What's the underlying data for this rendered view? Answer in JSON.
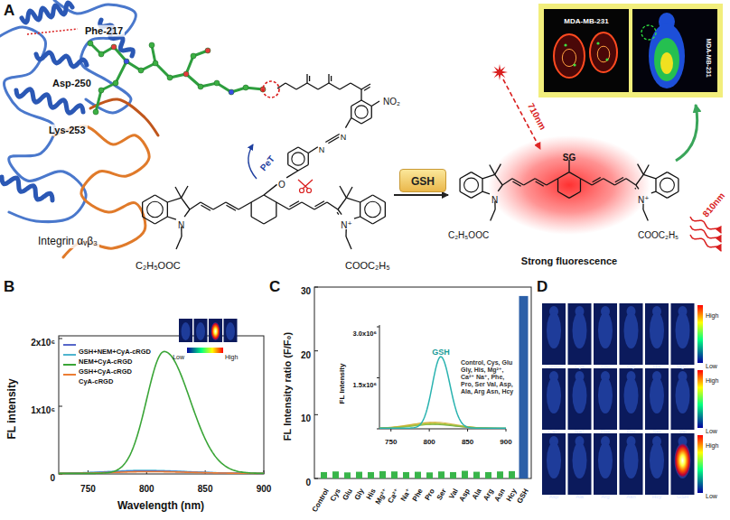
{
  "diagram": {
    "nodes": [
      {
        "text": [
          "MDA-MB-231"
        ]
      },
      {
        "text": [
          "MDA-MB-231"
        ],
        "in": 0
      },
      {
        "text": [
          "GSH"
        ]
      },
      {
        "text": [
          "Control"
        ]
      },
      {
        "text": [
          "Cys"
        ]
      },
      {
        "text": [
          "Glu"
        ]
      },
      {
        "text": [
          "Gly"
        ]
      },
      {
        "text": [
          "His"
        ]
      },
      {
        "text": [
          "Mg²⁺"
        ]
      },
      {
        "text": [
          "Ca²⁺"
        ]
      },
      {
        "text": [
          "Na⁺"
        ]
      },
      {
        "text": [
          "Phe"
        ]
      },
      {
        "text": [
          "Pro"
        ]
      },
      {
        "text": [
          "Ser"
        ]
      },
      {
        "text": [
          "Val"
        ]
      },
      {
        "text": [
          "Asp"
        ]
      },
      {
        "text": [
          "Ala"
        ]
      },
      {
        "text": [
          "Arg"
        ]
      },
      {
        "text": [
          "Asn"
        ]
      },
      {
        "text": [
          "Hcy"
        ]
      },
      {
        "text": [
          "GSH"
        ]
      }
    ],
    "labels": [
      "A",
      "Phe-217",
      "Asp-250",
      "Lys-253",
      "Integrin αᵥβ₃",
      "NO₂",
      "N",
      "N",
      "PeT",
      "O",
      "N",
      "N⁺",
      "C₂H₅OOC",
      "COOC₂H₅",
      "710nm",
      "SG",
      "N",
      "N⁺",
      "C₂H₅OOC",
      "COOC₂H₅",
      "810nm",
      "Strong fluorescence",
      "B",
      "2x10⁶",
      "1x10⁶",
      "0",
      "750",
      "800",
      "850",
      "900",
      "Wavelength (nm)",
      "FL intensity",
      "Low",
      "High",
      "C",
      "30",
      "20",
      "10",
      "0",
      "FL Intensity ratio (F/F₀)",
      "Control",
      "Cys",
      "Glu",
      "Gly",
      "His",
      "Mg²⁺",
      "Ca²⁺",
      "Na⁺",
      "Phe",
      "Pro",
      "Ser",
      "Val",
      "Asp",
      "Ala",
      "Arg",
      "Asn",
      "Hcy",
      "GSH",
      "FL Intensity",
      "3.0x10⁶",
      "1.5x10⁶",
      "750",
      "800",
      "850",
      "900",
      "GSH",
      "Control, Cys, Glu Gly, His, Mg²⁺, Ca²⁺ Na⁺, Phe, Pro, Ser Val, Asp, Ala, Arg Asn, Hcy",
      "D",
      "High",
      "Low",
      "High",
      "Low",
      "High",
      "Low"
    ],
    "legend": [
      {
        "text": "GSH+NEM+CyA-cRGD"
      },
      {
        "text": "NEM+CyA-cRGD"
      },
      {
        "text": "GSH+CyA-cRGD"
      },
      {
        "text": "CyA-cRGD"
      }
    ]
  }
}
